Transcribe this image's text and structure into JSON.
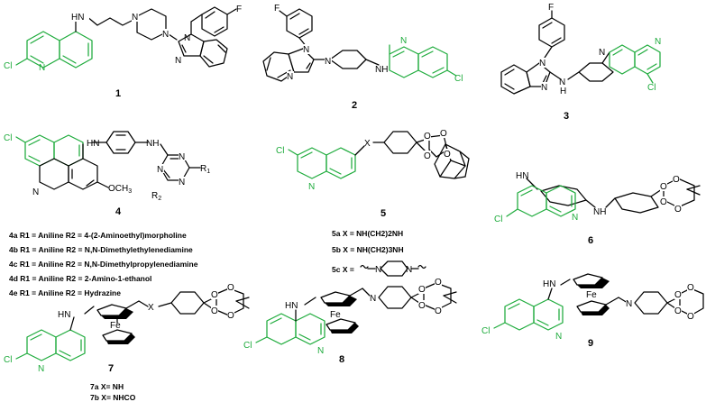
{
  "atoms": {
    "HN": "HN",
    "NH": "NH",
    "N": "N",
    "F": "F",
    "Cl": "Cl",
    "O": "O",
    "X": "X",
    "Fe": "Fe",
    "R1": "R",
    "R2": "R",
    "sub1": "1",
    "sub2": "2",
    "OCH3": "OCH",
    "sub3": "3",
    "H": "H"
  },
  "compounds": {
    "c1": "1",
    "c2": "2",
    "c3": "3",
    "c4": "4",
    "c5": "5",
    "c6": "6",
    "c7": "7",
    "c8": "8",
    "c9": "9"
  },
  "legend4": [
    {
      "id": "4a",
      "r1": "R1 = Aniline",
      "r2": "R2 = 4-(2-Aminoethyl)morpholine"
    },
    {
      "id": "4b",
      "r1": "R1 = Aniline",
      "r2": "R2 = N,N-Dimethylethylenediamine"
    },
    {
      "id": "4c",
      "r1": "R1 = Aniline",
      "r2": "R2 = N,N-Dimethylpropylenediamine"
    },
    {
      "id": "4d",
      "r1": "R1 = Aniline",
      "r2": "R2 = 2-Amino-1-ethanol"
    },
    {
      "id": "4e",
      "r1": "R1 = Aniline",
      "r2": "R2 = Hydrazine"
    }
  ],
  "legend5": {
    "a": "5a X = NH(CH2)2NH",
    "b": "5b X = NH(CH2)3NH",
    "c_prefix": "5c X ="
  },
  "legend7": {
    "a": "7a X= NH",
    "b": "7b X= NHCO"
  },
  "colors": {
    "quinoline": "#1eab3c",
    "bonds": "#000000"
  }
}
